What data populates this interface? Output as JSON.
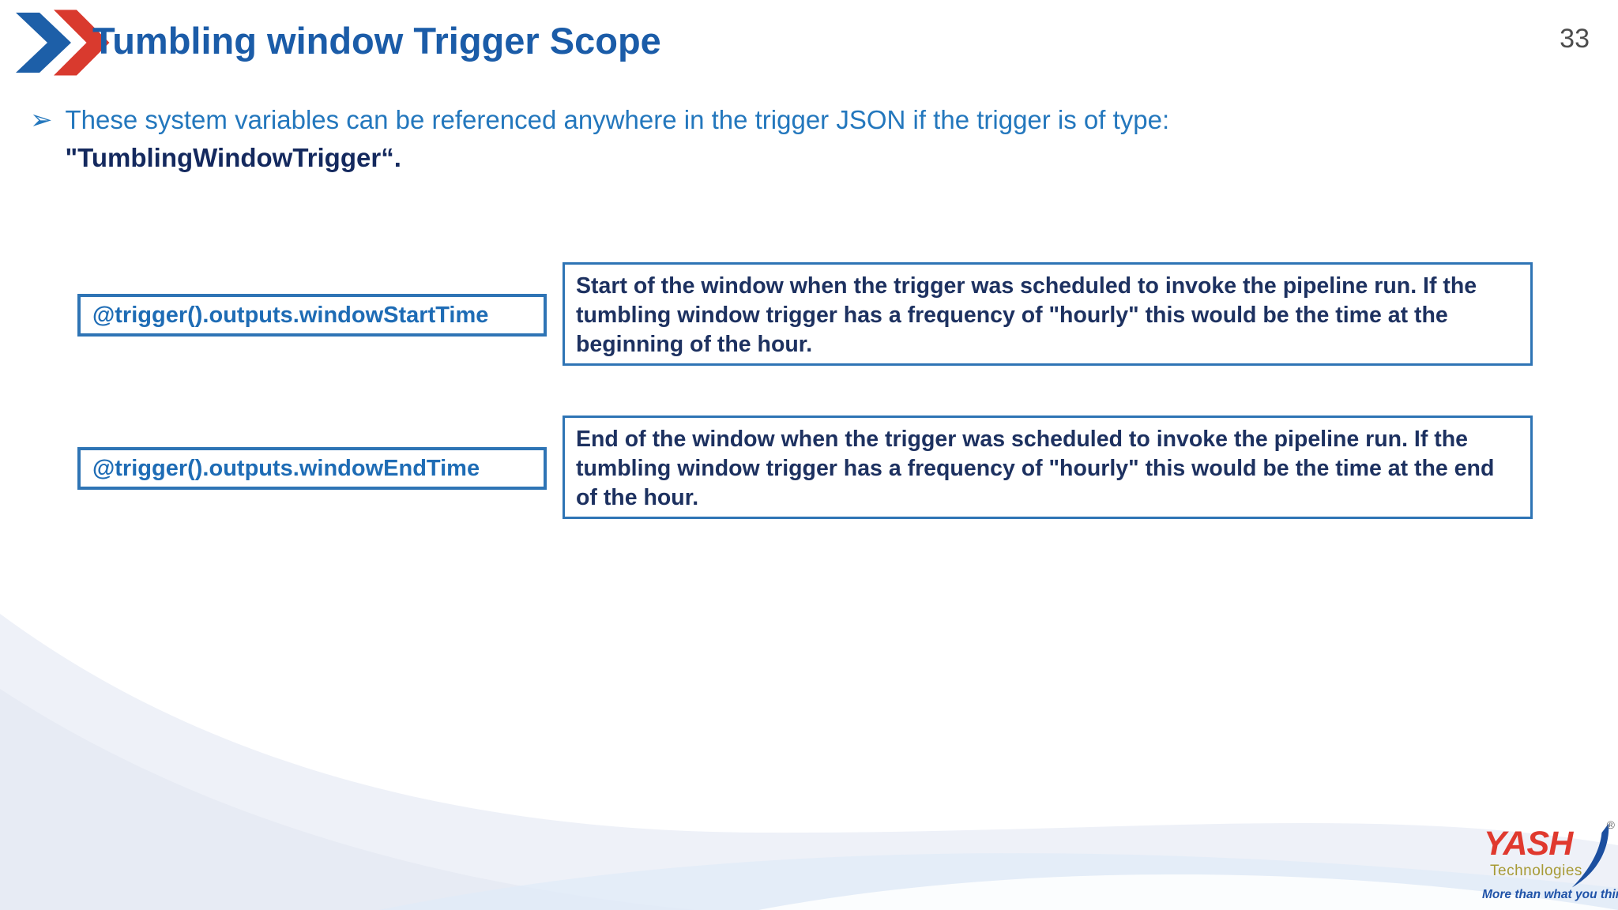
{
  "slide": {
    "title": "Tumbling window Trigger Scope",
    "page_number": "33",
    "bullet": {
      "marker": "➢",
      "line1": "These system variables can be referenced anywhere in the trigger JSON if the trigger is of type:",
      "line2": "\"TumblingWindowTrigger“."
    },
    "variables": [
      {
        "name": "@trigger().outputs.windowStartTime",
        "description": "Start of the window when the trigger was scheduled to invoke the pipeline run. If the tumbling window trigger has a frequency of \"hourly\" this would be the time at the beginning of the hour."
      },
      {
        "name": "@trigger().outputs.windowEndTime",
        "description": "End of the window when the trigger was scheduled to invoke the pipeline run. If the tumbling window trigger has a frequency of \"hourly\" this would be the time at the end of the hour."
      }
    ],
    "logo": {
      "brand": "YASH",
      "subtitle": "Technologies",
      "registered_mark": "®",
      "tagline": "More than what you think."
    },
    "colors": {
      "title_blue": "#1b5ca8",
      "body_blue": "#2377bd",
      "navy_text": "#1d3160",
      "box_border_blue": "#2e74b5",
      "variable_text_blue": "#1e6cb5",
      "chevron_blue": "#1d5fa8",
      "chevron_red": "#d93a2e",
      "logo_red": "#e0392e",
      "logo_gold": "#a79a35",
      "logo_swoosh_blue": "#1c4f9f",
      "tagline_blue": "#2053a8",
      "page_number_gray": "#4d4d4d"
    }
  }
}
